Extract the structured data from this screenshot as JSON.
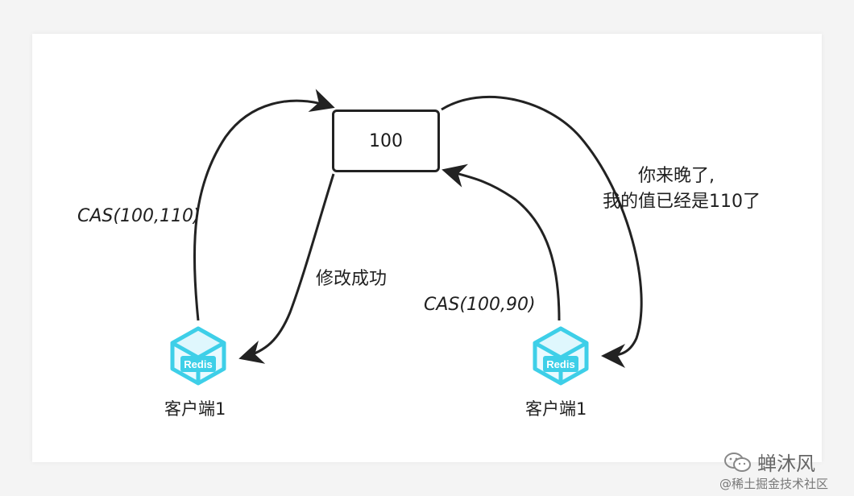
{
  "diagram": {
    "value_box": "100",
    "left_request": "CAS(100,110)",
    "left_response": "修改成功",
    "right_request": "CAS(100,90)",
    "right_response_line1": "你来晚了,",
    "right_response_line2": "我的值已经是110了",
    "client_left_label": "客户端1",
    "client_right_label": "客户端1",
    "client_icon_text": "Redis"
  },
  "watermark": {
    "brand": "蝉沐风",
    "site": "@稀土掘金技术社区"
  },
  "colors": {
    "redis_cyan": "#3ecfe8",
    "arrow": "#222222"
  },
  "icons": [
    "redis-cube-icon",
    "wechat-icon"
  ]
}
